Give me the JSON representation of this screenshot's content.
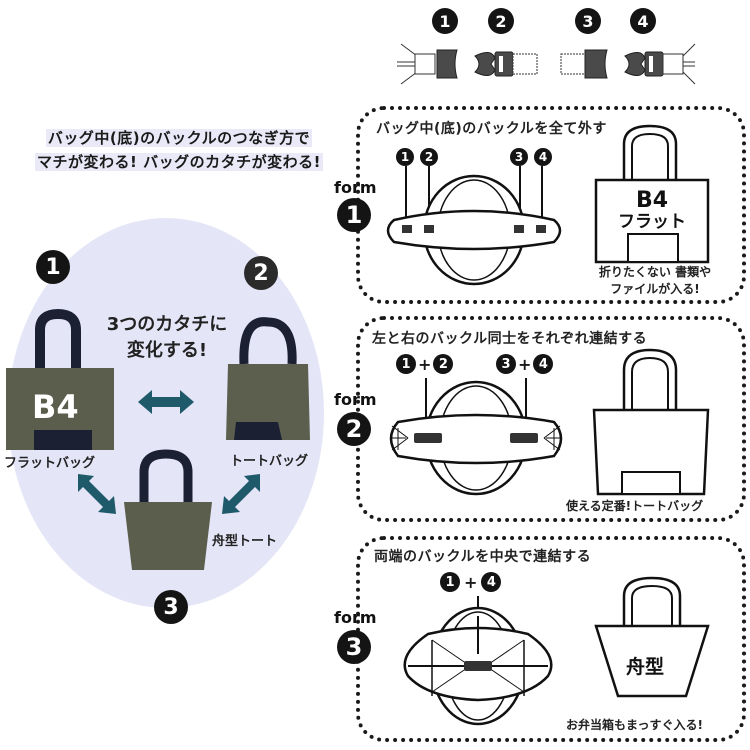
{
  "buckle_key": {
    "numbers": [
      "1",
      "2",
      "3",
      "4"
    ],
    "buckle_types": [
      "female-left",
      "male-right",
      "female-right",
      "male-left"
    ]
  },
  "left": {
    "headline_line1": "バッグ中(底)のバックルのつなぎ方で",
    "headline_line2": "マチが変わる! バッグのカタチが変わる!",
    "center_text_line1": "3つのカタチに",
    "center_text_line2": "変化する!",
    "bags": [
      {
        "number": "1",
        "label": "フラットバッグ",
        "badge": "B4"
      },
      {
        "number": "2",
        "label": "トートバッグ"
      },
      {
        "number": "3",
        "label": "舟型トート"
      }
    ],
    "colors": {
      "oval": "#e5e5f8",
      "arrow": "#1e5a6a",
      "bag_body": "#5b5e4c",
      "handle": "#1b2033"
    }
  },
  "forms": [
    {
      "form_label": "form",
      "number": "1",
      "instruction": "バッグ中(底)のバックルを全て外す",
      "buckle_markers": [
        "1",
        "2",
        "3",
        "4"
      ],
      "bag_text_line1": "B4",
      "bag_text_line2": "フラット",
      "caption_line1": "折りたくない 書類や",
      "caption_line2": "ファイルが入る!"
    },
    {
      "form_label": "form",
      "number": "2",
      "instruction": "左と右のバックル同士をそれぞれ連結する",
      "connections": [
        {
          "a": "1",
          "op": "+",
          "b": "2"
        },
        {
          "a": "3",
          "op": "+",
          "b": "4"
        }
      ],
      "caption": "使える定番!トートバッグ"
    },
    {
      "form_label": "form",
      "number": "3",
      "instruction": "両端のバックルを中央で連結する",
      "connection": {
        "a": "1",
        "op": "+",
        "b": "4"
      },
      "bag_text": "舟型",
      "caption": "お弁当箱もまっすぐ入る!"
    }
  ]
}
